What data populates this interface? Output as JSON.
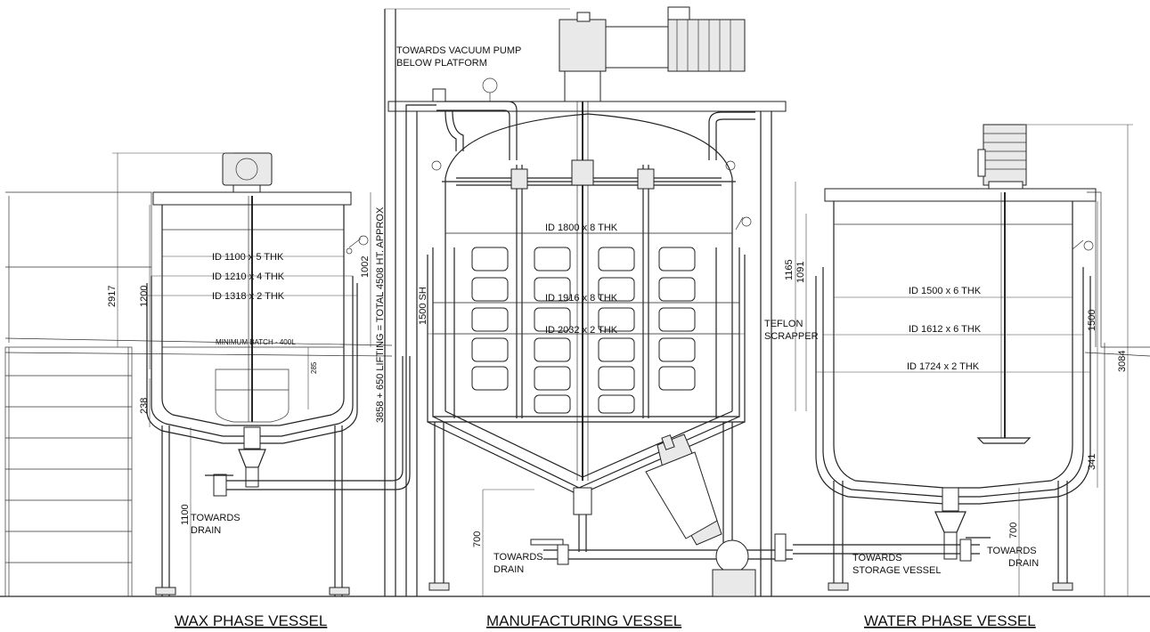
{
  "titles": {
    "wax": "WAX PHASE VESSEL",
    "manufacturing": "MANUFACTURING VESSEL",
    "water": "WATER PHASE VESSEL"
  },
  "notes": {
    "vacuum_line1": "TOWARDS VACUUM PUMP",
    "vacuum_line2": "BELOW PLATFORM",
    "drain_left_1": "TOWARDS",
    "drain_left_2": "DRAIN",
    "drain_mid_1": "TOWARDS",
    "drain_mid_2": "DRAIN",
    "drain_right_1": "TOWARDS",
    "drain_right_2": "DRAIN",
    "storage_1": "TOWARDS",
    "storage_2": "STORAGE VESSEL",
    "teflon_1": "TEFLON",
    "teflon_2": "SCRAPPER",
    "min_batch": "MINIMUM BATCH - 400L"
  },
  "dims": {
    "wax_id1": "ID 1100 x 5 THK",
    "wax_id2": "ID 1210 x 4 THK",
    "wax_id3": "ID 1318 x 2 THK",
    "mfg_id1": "ID 1800 x 8 THK",
    "mfg_id2": "ID 1916 x 8 THK",
    "mfg_id3": "ID 2032 x 2 THK",
    "water_id1": "ID 1500 x 6 THK",
    "water_id2": "ID 1612 x 6 THK",
    "water_id3": "ID 1724  x 2 THK",
    "h2917": "2917",
    "h1200": "1200",
    "h238": "238",
    "h1100": "1100",
    "h1002": "1002",
    "h285": "285",
    "lifting": "3858 + 650 LIFTING = TOTAL  4508 HT.  APPROX",
    "sh1500": "1500 SH",
    "h700a": "700",
    "h1165": "1165",
    "h1091": "1091",
    "h1500r": "1500",
    "h3084": "3084",
    "h341": "341",
    "h700b": "700"
  }
}
